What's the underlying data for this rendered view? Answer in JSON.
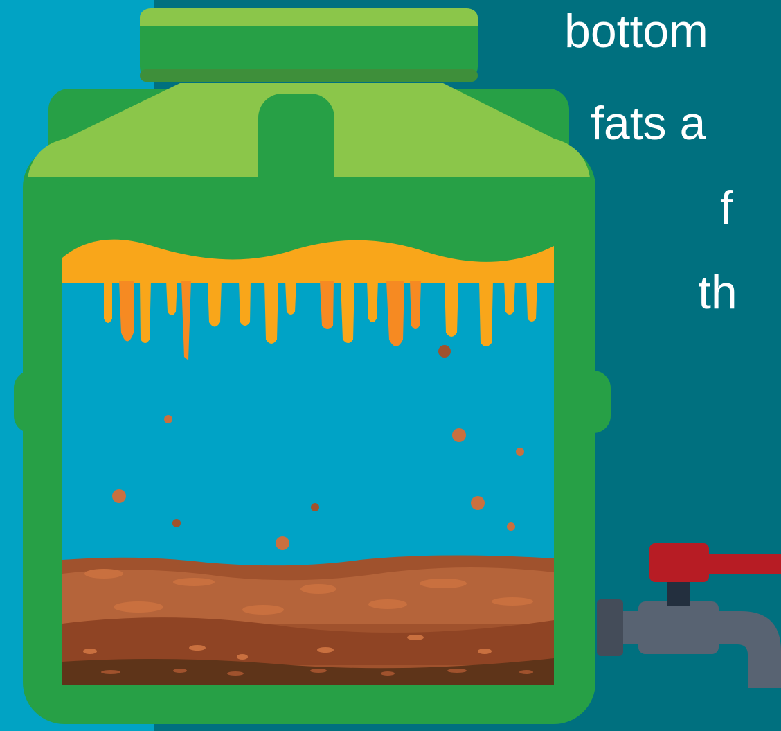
{
  "caption": {
    "lines": [
      "bottom",
      "fats a",
      "f",
      "th"
    ]
  },
  "colors": {
    "background_left": "#01a3c4",
    "background_right": "#00707f",
    "tank_body": "#27a046",
    "tank_top": "#8bc64a",
    "water": "#00a3c6",
    "fat_layer": "#f9a61a",
    "fat_drip": "#f68a22",
    "sludge_top": "#a0522d",
    "sludge_mid": "#b5643a",
    "sludge_bottom": "#5e3419",
    "pipe": "#586372",
    "valve_handle": "#b71c24"
  },
  "icons": {
    "tank": "septic-tank-icon",
    "faucet": "faucet-icon"
  }
}
